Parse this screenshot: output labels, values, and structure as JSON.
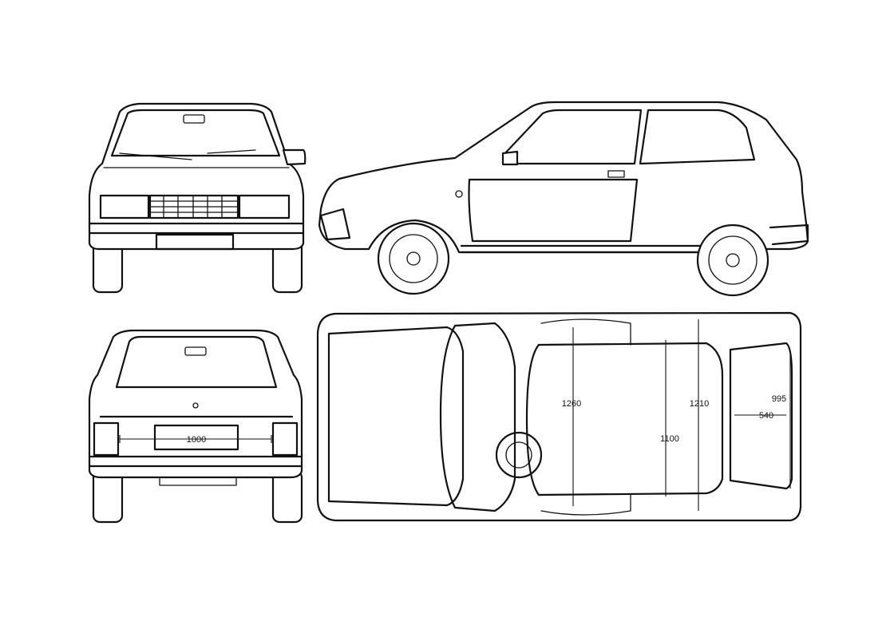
{
  "dimensions": {
    "rear_width": "1000",
    "cabin_length_front": "1260",
    "cabin_length_rear": "1210",
    "floor_width": "1100",
    "hatch_height": "995",
    "hatch_width": "540"
  },
  "colors": {
    "line": "#111111",
    "paper": "#ffffff"
  }
}
